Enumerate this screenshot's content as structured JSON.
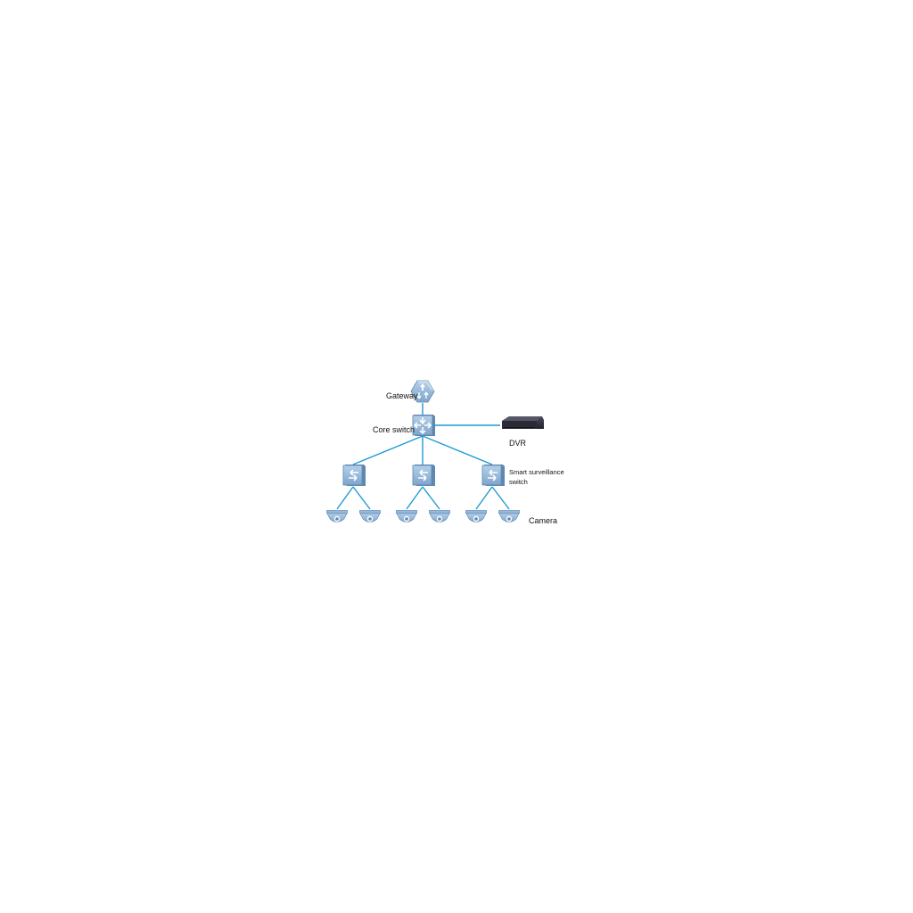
{
  "labels": {
    "gateway": "Gateway",
    "core_switch": "Core switch",
    "dvr": "DVR",
    "smart_switch_line1": "Smart surveillance",
    "smart_switch_line2": "switch",
    "camera": "Camera"
  },
  "icons": {
    "gateway": "gateway-icon",
    "core_switch": "core-switch-icon",
    "dvr": "dvr-icon",
    "access_switch": "switch-icon",
    "camera": "dome-camera-icon"
  },
  "colors": {
    "link": "#1e9ad6",
    "device_face": "#8fb4d6",
    "device_side": "#6f97bd",
    "dvr_body": "#2c2d3a"
  }
}
